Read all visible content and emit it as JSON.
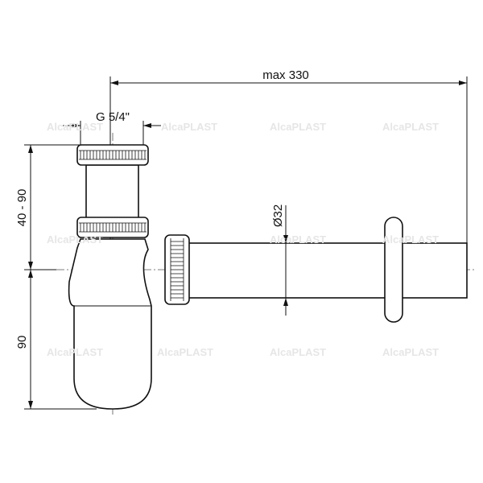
{
  "drawing": {
    "dimensions": {
      "overall_length": "max 330",
      "thread": "G 5/4\"",
      "upper_height": "40 - 90",
      "lower_height": "90",
      "pipe_diameter": "Ø32"
    },
    "watermark": "AlcaPLAST"
  }
}
